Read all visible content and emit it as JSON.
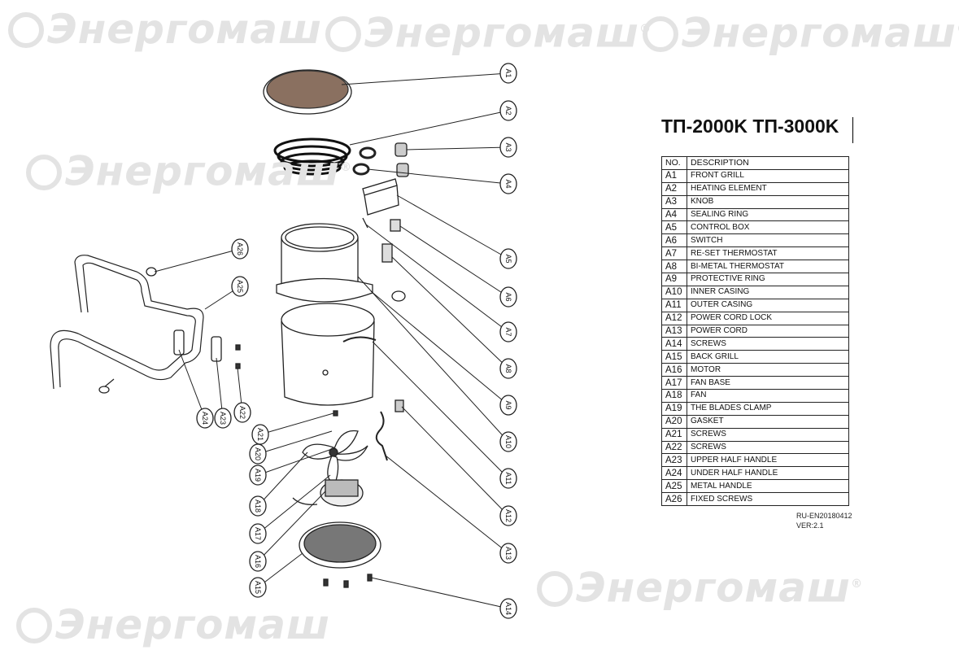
{
  "watermark": {
    "text": "Энергомаш",
    "mark": "®"
  },
  "title": "ТП-2000K  ТП-3000K",
  "table": {
    "headers": {
      "no": "NO.",
      "description": "DESCRIPTION"
    },
    "parts": [
      {
        "no": "A1",
        "desc": "FRONT GRILL"
      },
      {
        "no": "A2",
        "desc": "HEATING ELEMENT"
      },
      {
        "no": "A3",
        "desc": "KNOB"
      },
      {
        "no": "A4",
        "desc": "SEALING RING"
      },
      {
        "no": "A5",
        "desc": "CONTROL BOX"
      },
      {
        "no": "A6",
        "desc": "SWITCH"
      },
      {
        "no": "A7",
        "desc": "RE-SET THERMOSTAT"
      },
      {
        "no": "A8",
        "desc": "BI-METAL THERMOSTAT"
      },
      {
        "no": "A9",
        "desc": "PROTECTIVE RING"
      },
      {
        "no": "A10",
        "desc": "INNER CASING"
      },
      {
        "no": "A11",
        "desc": "OUTER CASING"
      },
      {
        "no": "A12",
        "desc": "POWER CORD LOCK"
      },
      {
        "no": "A13",
        "desc": "POWER CORD"
      },
      {
        "no": "A14",
        "desc": "SCREWS"
      },
      {
        "no": "A15",
        "desc": "BACK GRILL"
      },
      {
        "no": "A16",
        "desc": "MOTOR"
      },
      {
        "no": "A17",
        "desc": "FAN BASE"
      },
      {
        "no": "A18",
        "desc": "FAN"
      },
      {
        "no": "A19",
        "desc": "THE BLADES CLAMP"
      },
      {
        "no": "A20",
        "desc": "GASKET"
      },
      {
        "no": "A21",
        "desc": "SCREWS"
      },
      {
        "no": "A22",
        "desc": "SCREWS"
      },
      {
        "no": "A23",
        "desc": "UPPER HALF HANDLE"
      },
      {
        "no": "A24",
        "desc": "UNDER HALF HANDLE"
      },
      {
        "no": "A25",
        "desc": "METAL HANDLE"
      },
      {
        "no": "A26",
        "desc": "FIXED SCREWS"
      }
    ]
  },
  "footer": {
    "code": "RU-EN20180412",
    "version": "VER:2.1"
  }
}
